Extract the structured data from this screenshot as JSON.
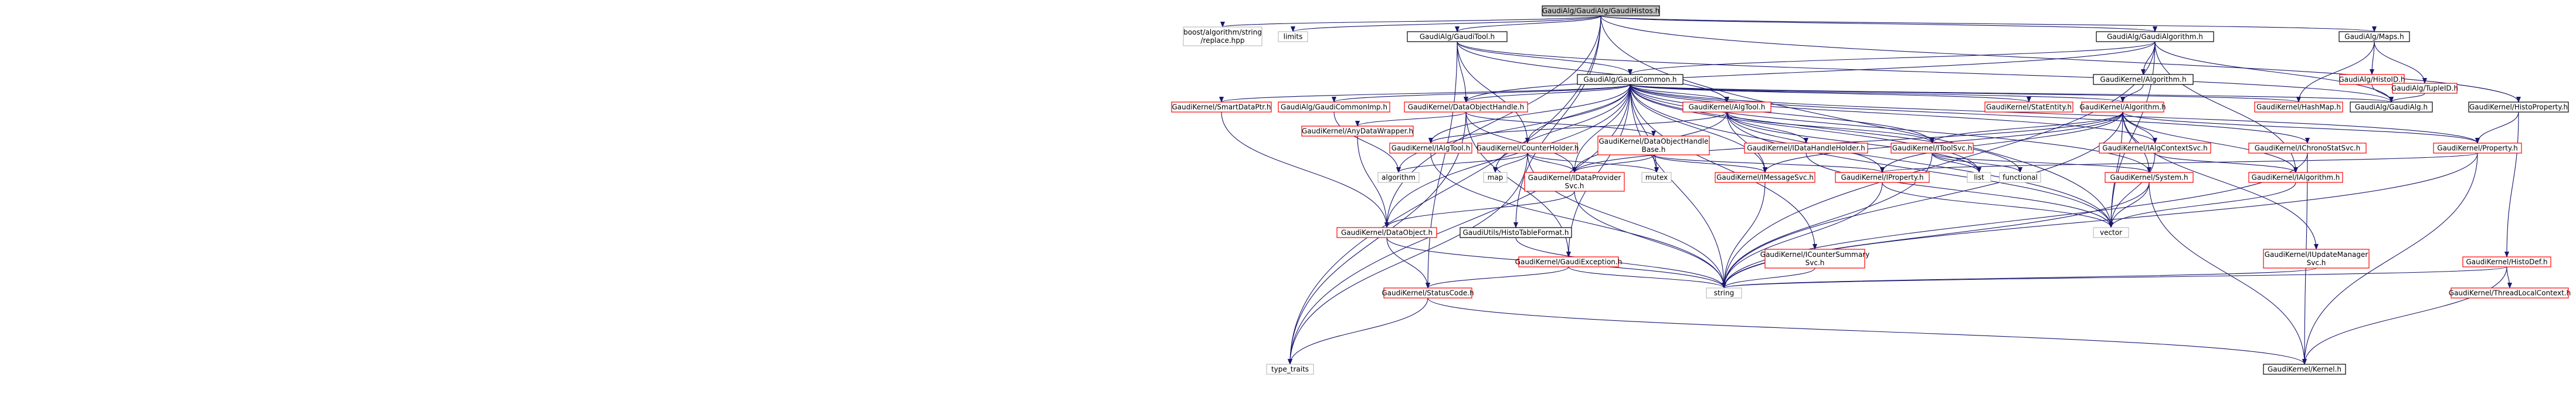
{
  "title": "GaudiAlg/GaudiAlg/GaudiHistos.h",
  "colors": {
    "red": "#ff0000",
    "black": "#000000",
    "grey": "#bfbfbf",
    "root_fill": "#bfbfbf",
    "edge": "#191970"
  },
  "nodes": [
    {
      "id": "root",
      "label": [
        "GaudiAlg/GaudiAlg/GaudiHistos.h"
      ],
      "style": "root"
    },
    {
      "id": "boost_replace",
      "label": [
        "boost/algorithm/string",
        "/replace.hpp"
      ],
      "style": "grey"
    },
    {
      "id": "limits",
      "label": [
        "limits"
      ],
      "style": "grey"
    },
    {
      "id": "gauditool",
      "label": [
        "GaudiAlg/GaudiTool.h"
      ],
      "style": "black"
    },
    {
      "id": "gaudialgorithm",
      "label": [
        "GaudiAlg/GaudiAlgorithm.h"
      ],
      "style": "black"
    },
    {
      "id": "maps",
      "label": [
        "GaudiAlg/Maps.h"
      ],
      "style": "black"
    },
    {
      "id": "gaudicommon",
      "label": [
        "GaudiAlg/GaudiCommon.h"
      ],
      "style": "black"
    },
    {
      "id": "kalgorithm",
      "label": [
        "GaudiKernel/Algorithm.h"
      ],
      "style": "black"
    },
    {
      "id": "histoid",
      "label": [
        "GaudiAlg/HistoID.h"
      ],
      "style": "red"
    },
    {
      "id": "tupleid",
      "label": [
        "GaudiAlg/TupleID.h"
      ],
      "style": "red"
    },
    {
      "id": "histoproperty",
      "label": [
        "GaudiKernel/HistoProperty.h"
      ],
      "style": "black"
    },
    {
      "id": "smartdataptr",
      "label": [
        "GaudiKernel/SmartDataPtr.h"
      ],
      "style": "red"
    },
    {
      "id": "gaudicommonimp",
      "label": [
        "GaudiAlg/GaudiCommonImp.h"
      ],
      "style": "red"
    },
    {
      "id": "dataobjecthandle",
      "label": [
        "GaudiKernel/DataObjectHandle.h"
      ],
      "style": "red"
    },
    {
      "id": "algtool",
      "label": [
        "GaudiKernel/AlgTool.h"
      ],
      "style": "red"
    },
    {
      "id": "statentity",
      "label": [
        "GaudiKernel/StatEntity.h"
      ],
      "style": "red"
    },
    {
      "id": "kalgorithm_h",
      "label": [
        "GaudiKernel/Algorithm.h"
      ],
      "style": "red"
    },
    {
      "id": "hashmap",
      "label": [
        "GaudiKernel/HashMap.h"
      ],
      "style": "red"
    },
    {
      "id": "gaudialg",
      "label": [
        "GaudiAlg/GaudiAlg.h"
      ],
      "style": "black"
    },
    {
      "id": "anydatawrapper",
      "label": [
        "GaudiKernel/AnyDataWrapper.h"
      ],
      "style": "red"
    },
    {
      "id": "ialgtool",
      "label": [
        "GaudiKernel/IAlgTool.h"
      ],
      "style": "red"
    },
    {
      "id": "counterholder",
      "label": [
        "GaudiKernel/CounterHolder.h"
      ],
      "style": "red"
    },
    {
      "id": "dataobjecthandlebase",
      "label": [
        "GaudiKernel/DataObjectHandle",
        "Base.h"
      ],
      "style": "red"
    },
    {
      "id": "idatahandleholder",
      "label": [
        "GaudiKernel/IDataHandleHolder.h"
      ],
      "style": "red"
    },
    {
      "id": "itoolsvc",
      "label": [
        "GaudiKernel/IToolSvc.h"
      ],
      "style": "red"
    },
    {
      "id": "ialgcontextsvc",
      "label": [
        "GaudiKernel/IAlgContextSvc.h"
      ],
      "style": "red"
    },
    {
      "id": "ichronostatsvc",
      "label": [
        "GaudiKernel/IChronoStatSvc.h"
      ],
      "style": "red"
    },
    {
      "id": "property",
      "label": [
        "GaudiKernel/Property.h"
      ],
      "style": "red"
    },
    {
      "id": "algorithm_std",
      "label": [
        "algorithm"
      ],
      "style": "grey"
    },
    {
      "id": "map",
      "label": [
        "map"
      ],
      "style": "grey"
    },
    {
      "id": "idataprovidersvc",
      "label": [
        "GaudiKernel/IDataProvider",
        "Svc.h"
      ],
      "style": "red"
    },
    {
      "id": "mutex",
      "label": [
        "mutex"
      ],
      "style": "grey"
    },
    {
      "id": "imessagesvc",
      "label": [
        "GaudiKernel/IMessageSvc.h"
      ],
      "style": "red"
    },
    {
      "id": "iproperty",
      "label": [
        "GaudiKernel/IProperty.h"
      ],
      "style": "red"
    },
    {
      "id": "list",
      "label": [
        "list"
      ],
      "style": "grey"
    },
    {
      "id": "functional",
      "label": [
        "functional"
      ],
      "style": "grey"
    },
    {
      "id": "system",
      "label": [
        "GaudiKernel/System.h"
      ],
      "style": "red"
    },
    {
      "id": "ialgorithm",
      "label": [
        "GaudiKernel/IAlgorithm.h"
      ],
      "style": "red"
    },
    {
      "id": "vector",
      "label": [
        "vector"
      ],
      "style": "grey"
    },
    {
      "id": "dataobject",
      "label": [
        "GaudiKernel/DataObject.h"
      ],
      "style": "red"
    },
    {
      "id": "histotableformat",
      "label": [
        "GaudiUtils/HistoTableFormat.h"
      ],
      "style": "black"
    },
    {
      "id": "gaudiexception",
      "label": [
        "GaudiKernel/GaudiException.h"
      ],
      "style": "red"
    },
    {
      "id": "icountersummarysvc",
      "label": [
        "GaudiKernel/ICounterSummary",
        "Svc.h"
      ],
      "style": "red"
    },
    {
      "id": "iupdatemanagersvc",
      "label": [
        "GaudiKernel/IUpdateManager",
        "Svc.h"
      ],
      "style": "red"
    },
    {
      "id": "histodef",
      "label": [
        "GaudiKernel/HistoDef.h"
      ],
      "style": "red"
    },
    {
      "id": "threadlocalcontext",
      "label": [
        "GaudiKernel/ThreadLocalContext.h"
      ],
      "style": "red"
    },
    {
      "id": "statuscode",
      "label": [
        "GaudiKernel/StatusCode.h"
      ],
      "style": "red"
    },
    {
      "id": "string",
      "label": [
        "string"
      ],
      "style": "grey"
    },
    {
      "id": "type_traits",
      "label": [
        "type_traits"
      ],
      "style": "grey"
    },
    {
      "id": "kernel",
      "label": [
        "GaudiKernel/Kernel.h"
      ],
      "style": "black"
    }
  ],
  "edges": [
    [
      "root",
      "boost_replace"
    ],
    [
      "root",
      "limits"
    ],
    [
      "root",
      "gauditool"
    ],
    [
      "root",
      "gaudialgorithm"
    ],
    [
      "root",
      "maps"
    ],
    [
      "root",
      "histoproperty"
    ],
    [
      "root",
      "type_traits"
    ],
    [
      "root",
      "histotableformat"
    ],
    [
      "root",
      "dataobject"
    ],
    [
      "root",
      "vector"
    ],
    [
      "gauditool",
      "gaudicommon"
    ],
    [
      "gauditool",
      "algtool"
    ],
    [
      "gauditool",
      "dataobjecthandle"
    ],
    [
      "gauditool",
      "gaudialg"
    ],
    [
      "gauditool",
      "statuscode"
    ],
    [
      "gauditool",
      "counterholder"
    ],
    [
      "gaudialgorithm",
      "gaudicommon"
    ],
    [
      "gaudialgorithm",
      "kalgorithm"
    ],
    [
      "gaudialgorithm",
      "gaudialg"
    ],
    [
      "gaudialgorithm",
      "vector"
    ],
    [
      "gaudialgorithm",
      "string"
    ],
    [
      "gaudialgorithm",
      "ialgorithm"
    ],
    [
      "gaudialgorithm",
      "dataobjecthandle"
    ],
    [
      "maps",
      "histoid"
    ],
    [
      "maps",
      "tupleid"
    ],
    [
      "maps",
      "hashmap"
    ],
    [
      "histoid",
      "gaudialg"
    ],
    [
      "tupleid",
      "gaudialg"
    ],
    [
      "gaudicommon",
      "smartdataptr"
    ],
    [
      "gaudicommon",
      "gaudicommonimp"
    ],
    [
      "gaudicommon",
      "dataobjecthandle"
    ],
    [
      "gaudicommon",
      "algtool"
    ],
    [
      "gaudicommon",
      "statentity"
    ],
    [
      "gaudicommon",
      "kalgorithm_h"
    ],
    [
      "gaudicommon",
      "hashmap"
    ],
    [
      "gaudicommon",
      "gaudialg"
    ],
    [
      "gaudicommon",
      "itoolsvc"
    ],
    [
      "gaudicommon",
      "ialgcontextsvc"
    ],
    [
      "gaudicommon",
      "ichronostatsvc"
    ],
    [
      "gaudicommon",
      "property"
    ],
    [
      "gaudicommon",
      "map"
    ],
    [
      "gaudicommon",
      "list"
    ],
    [
      "gaudicommon",
      "vector"
    ],
    [
      "gaudicommon",
      "string"
    ],
    [
      "gaudicommon",
      "mutex"
    ],
    [
      "gaudicommon",
      "algorithm_std"
    ],
    [
      "gaudicommon",
      "functional"
    ],
    [
      "gaudicommon",
      "system"
    ],
    [
      "gaudicommon",
      "gaudiexception"
    ],
    [
      "gaudicommon",
      "icountersummarysvc"
    ],
    [
      "gaudicommon",
      "idataprovidersvc"
    ],
    [
      "gaudicommon",
      "imessagesvc"
    ],
    [
      "gaudicommon",
      "dataobject"
    ],
    [
      "gaudicommon",
      "counterholder"
    ],
    [
      "gaudicommon",
      "ialgtool"
    ],
    [
      "gaudicommon",
      "type_traits"
    ],
    [
      "kalgorithm",
      "kalgorithm_h"
    ],
    [
      "kalgorithm_h",
      "ialgorithm"
    ],
    [
      "kalgorithm_h",
      "iproperty"
    ],
    [
      "kalgorithm_h",
      "itoolsvc"
    ],
    [
      "kalgorithm_h",
      "ialgcontextsvc"
    ],
    [
      "kalgorithm_h",
      "imessagesvc"
    ],
    [
      "kalgorithm_h",
      "system"
    ],
    [
      "kalgorithm_h",
      "iupdatemanagersvc"
    ],
    [
      "kalgorithm_h",
      "vector"
    ],
    [
      "kalgorithm_h",
      "string"
    ],
    [
      "kalgorithm_h",
      "property"
    ],
    [
      "kalgorithm_h",
      "idataprovidersvc"
    ],
    [
      "histoproperty",
      "property"
    ],
    [
      "histoproperty",
      "histodef"
    ],
    [
      "property",
      "iproperty"
    ],
    [
      "property",
      "string"
    ],
    [
      "property",
      "kernel"
    ],
    [
      "histodef",
      "string"
    ],
    [
      "histodef",
      "kernel"
    ],
    [
      "smartdataptr",
      "dataobject"
    ],
    [
      "gaudicommonimp",
      "algorithm_std"
    ],
    [
      "dataobjecthandle",
      "anydatawrapper"
    ],
    [
      "dataobjecthandle",
      "dataobjecthandlebase"
    ],
    [
      "dataobjecthandle",
      "idataprovidersvc"
    ],
    [
      "dataobjecthandle",
      "gaudiexception"
    ],
    [
      "dataobjecthandle",
      "type_traits"
    ],
    [
      "anydatawrapper",
      "dataobject"
    ],
    [
      "algtool",
      "ialgtool"
    ],
    [
      "algtool",
      "idatahandleholder"
    ],
    [
      "algtool",
      "itoolsvc"
    ],
    [
      "algtool",
      "iproperty"
    ],
    [
      "algtool",
      "imessagesvc"
    ],
    [
      "algtool",
      "list"
    ],
    [
      "algtool",
      "idataprovidersvc"
    ],
    [
      "algtool",
      "vector"
    ],
    [
      "ialgtool",
      "string"
    ],
    [
      "counterholder",
      "algorithm_std"
    ],
    [
      "counterholder",
      "map"
    ],
    [
      "counterholder",
      "mutex"
    ],
    [
      "counterholder",
      "string"
    ],
    [
      "counterholder",
      "idataprovidersvc"
    ],
    [
      "counterholder",
      "type_traits"
    ],
    [
      "dataobjecthandlebase",
      "mutex"
    ],
    [
      "dataobjecthandlebase",
      "imessagesvc"
    ],
    [
      "dataobjecthandlebase",
      "idataprovidersvc"
    ],
    [
      "dataobjecthandlebase",
      "iproperty"
    ],
    [
      "idatahandleholder",
      "vector"
    ],
    [
      "itoolsvc",
      "list"
    ],
    [
      "itoolsvc",
      "functional"
    ],
    [
      "itoolsvc",
      "string"
    ],
    [
      "itoolsvc",
      "system"
    ],
    [
      "ialgcontextsvc",
      "vector"
    ],
    [
      "ialgcontextsvc",
      "ialgorithm"
    ],
    [
      "ichronostatsvc",
      "string"
    ],
    [
      "ichronostatsvc",
      "kernel"
    ],
    [
      "idataprovidersvc",
      "dataobject"
    ],
    [
      "idataprovidersvc",
      "string"
    ],
    [
      "imessagesvc",
      "string"
    ],
    [
      "iproperty",
      "vector"
    ],
    [
      "iproperty",
      "string"
    ],
    [
      "system",
      "vector"
    ],
    [
      "system",
      "string"
    ],
    [
      "system",
      "kernel"
    ],
    [
      "ialgorithm",
      "vector"
    ],
    [
      "iupdatemanagersvc",
      "string"
    ],
    [
      "dataobject",
      "statuscode"
    ],
    [
      "dataobject",
      "string"
    ],
    [
      "histotableformat",
      "string"
    ],
    [
      "gaudiexception",
      "statuscode"
    ],
    [
      "gaudiexception",
      "string"
    ],
    [
      "icountersummarysvc",
      "string"
    ],
    [
      "statuscode",
      "type_traits"
    ],
    [
      "statuscode",
      "kernel"
    ],
    [
      "histodef",
      "threadlocalcontext"
    ]
  ]
}
